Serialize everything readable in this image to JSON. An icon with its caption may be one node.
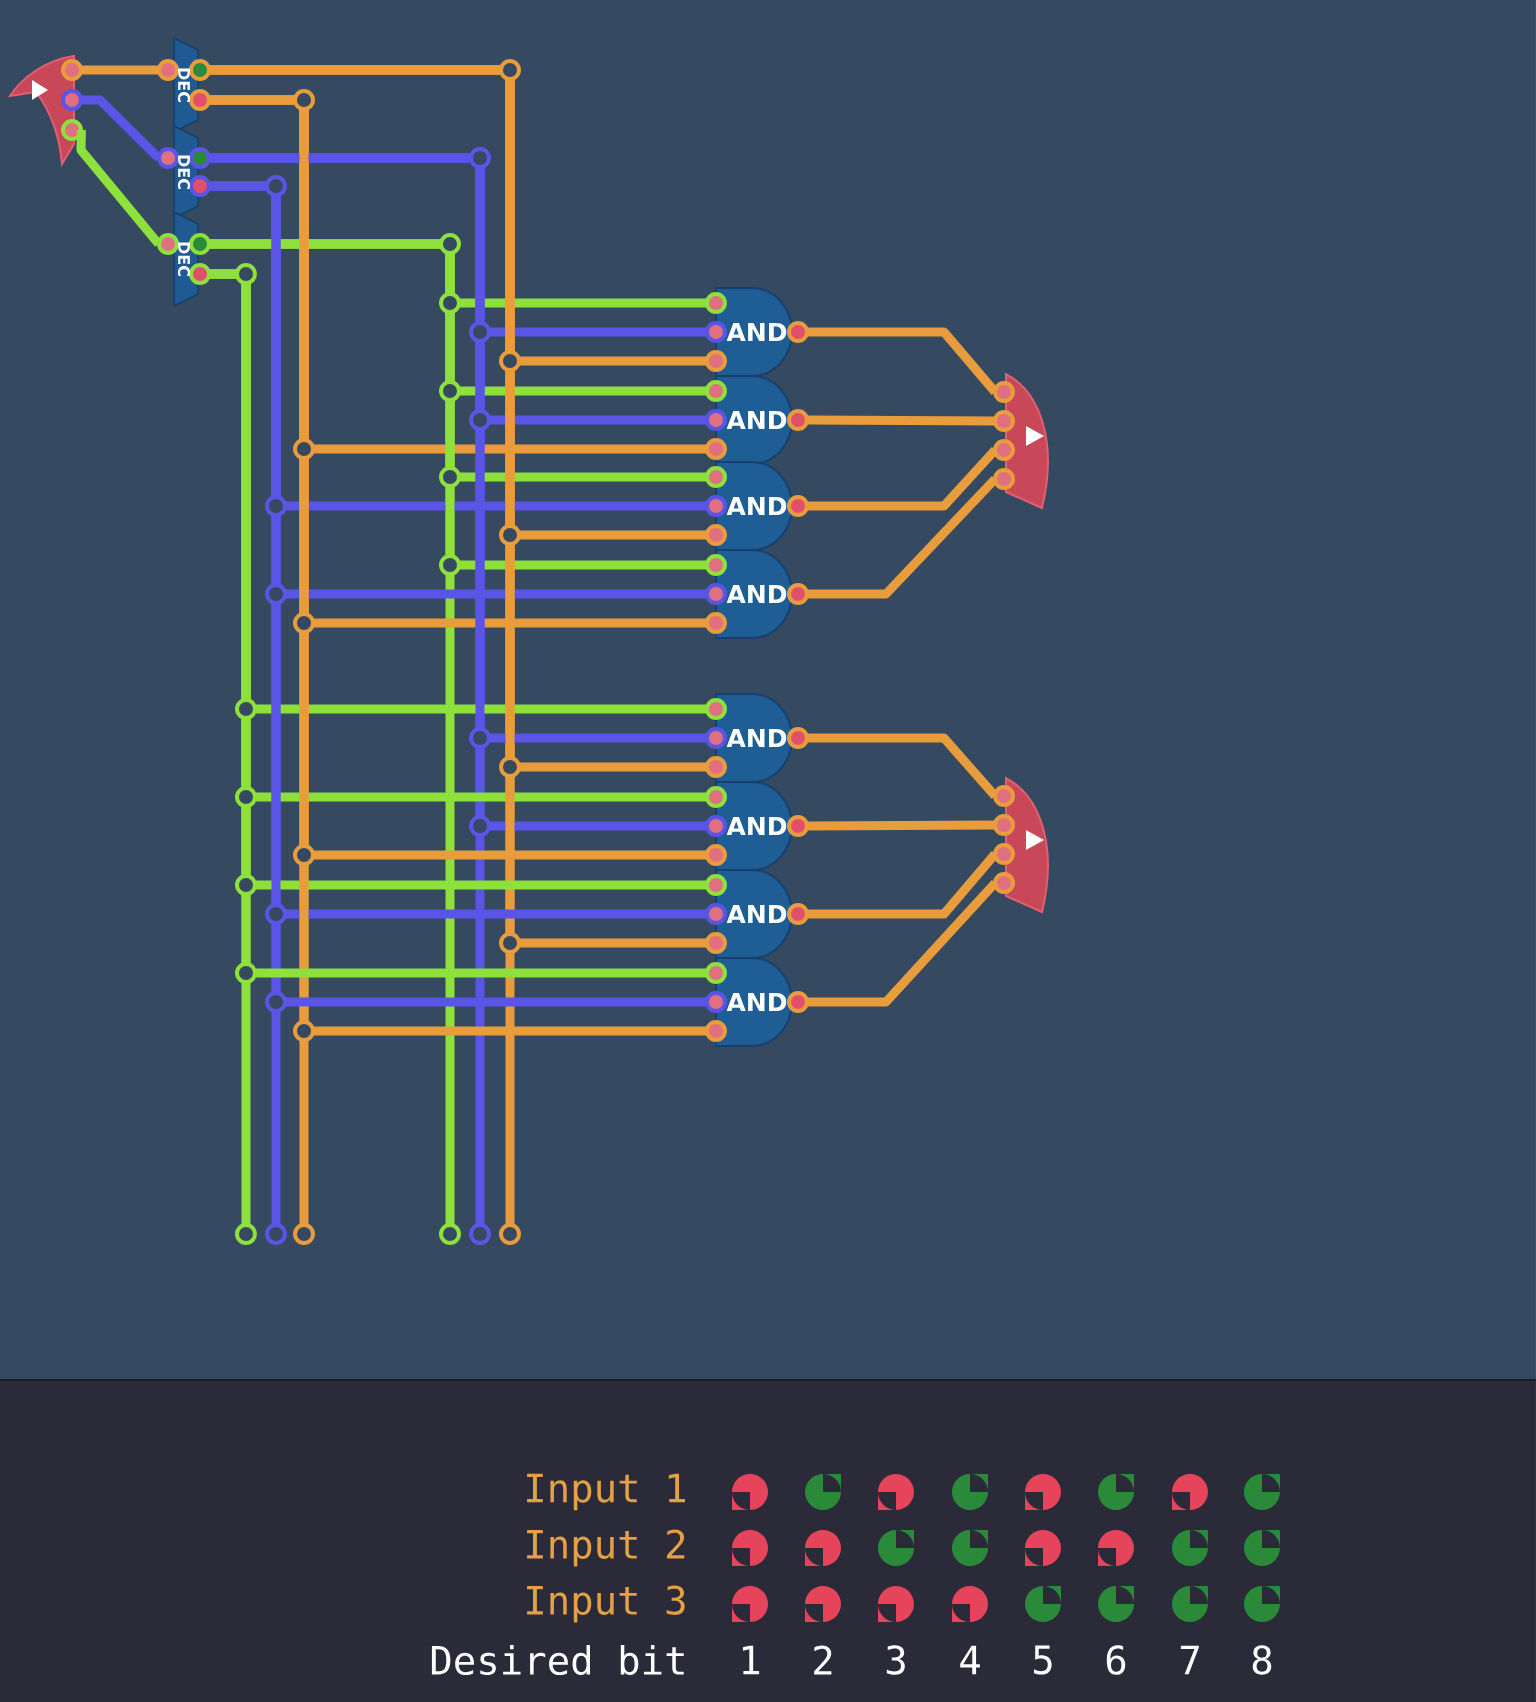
{
  "diagram": {
    "nodes": [
      {
        "text": [],
        "shape": "picture"
      },
      {
        "text": [
          "DEC"
        ]
      },
      {
        "text": [
          "DEC"
        ]
      },
      {
        "text": [
          "DEC"
        ]
      },
      {
        "text": [
          "AND"
        ]
      },
      {
        "text": [
          "AND"
        ]
      },
      {
        "text": [
          "AND"
        ]
      },
      {
        "text": [
          "AND"
        ]
      },
      {
        "text": [
          "AND"
        ]
      },
      {
        "text": [
          "AND"
        ]
      },
      {
        "text": [
          "AND"
        ]
      },
      {
        "text": [
          "AND"
        ]
      },
      {
        "text": [],
        "shape": "picture"
      },
      {
        "text": [],
        "shape": "picture"
      }
    ],
    "edges": [
      {
        "from": 0,
        "to": 1,
        "arrow": "none"
      },
      {
        "from": 0,
        "to": 2,
        "arrow": "none",
        "color": "#5a55e6"
      },
      {
        "from": 0,
        "to": 3,
        "arrow": "none",
        "color": "#8ee03c"
      },
      {
        "from": 1,
        "to": 4,
        "arrow": "none"
      },
      {
        "from": 2,
        "to": 4,
        "arrow": "none",
        "color": "#5a55e6"
      },
      {
        "from": 3,
        "to": 4,
        "arrow": "none",
        "color": "#8ee03c"
      },
      {
        "from": 1,
        "to": 5,
        "arrow": "none"
      },
      {
        "from": 2,
        "to": 5,
        "arrow": "none",
        "color": "#5a55e6"
      },
      {
        "from": 3,
        "to": 5,
        "arrow": "none",
        "color": "#8ee03c"
      },
      {
        "from": 1,
        "to": 6,
        "arrow": "none"
      },
      {
        "from": 2,
        "to": 6,
        "arrow": "none",
        "color": "#5a55e6"
      },
      {
        "from": 3,
        "to": 6,
        "arrow": "none",
        "color": "#8ee03c"
      },
      {
        "from": 1,
        "to": 7,
        "arrow": "none"
      },
      {
        "from": 2,
        "to": 7,
        "arrow": "none",
        "color": "#5a55e6"
      },
      {
        "from": 3,
        "to": 7,
        "arrow": "none",
        "color": "#8ee03c"
      },
      {
        "from": 1,
        "to": 8,
        "arrow": "none"
      },
      {
        "from": 2,
        "to": 8,
        "arrow": "none",
        "color": "#5a55e6"
      },
      {
        "from": 3,
        "to": 8,
        "arrow": "none",
        "color": "#8ee03c"
      },
      {
        "from": 1,
        "to": 9,
        "arrow": "none"
      },
      {
        "from": 2,
        "to": 9,
        "arrow": "none",
        "color": "#5a55e6"
      },
      {
        "from": 3,
        "to": 9,
        "arrow": "none",
        "color": "#8ee03c"
      },
      {
        "from": 1,
        "to": 10,
        "arrow": "none"
      },
      {
        "from": 2,
        "to": 10,
        "arrow": "none",
        "color": "#5a55e6"
      },
      {
        "from": 3,
        "to": 10,
        "arrow": "none",
        "color": "#8ee03c"
      },
      {
        "from": 1,
        "to": 11,
        "arrow": "none"
      },
      {
        "from": 2,
        "to": 11,
        "arrow": "none",
        "color": "#5a55e6"
      },
      {
        "from": 3,
        "to": 11,
        "arrow": "none",
        "color": "#8ee03c"
      },
      {
        "from": 4,
        "to": 12,
        "arrow": "none"
      },
      {
        "from": 5,
        "to": 12,
        "arrow": "none"
      },
      {
        "from": 6,
        "to": 12,
        "arrow": "none"
      },
      {
        "from": 7,
        "to": 12,
        "arrow": "none"
      },
      {
        "from": 8,
        "to": 13,
        "arrow": "none"
      },
      {
        "from": 9,
        "to": 13,
        "arrow": "none"
      },
      {
        "from": 10,
        "to": 13,
        "arrow": "none"
      },
      {
        "from": 11,
        "to": 13,
        "arrow": "none"
      }
    ],
    "labels": [
      "Input 1",
      "Input 2",
      "Input 3",
      "Desired bit",
      "1",
      "2",
      "3",
      "4",
      "5",
      "6",
      "7",
      "8"
    ]
  }
}
